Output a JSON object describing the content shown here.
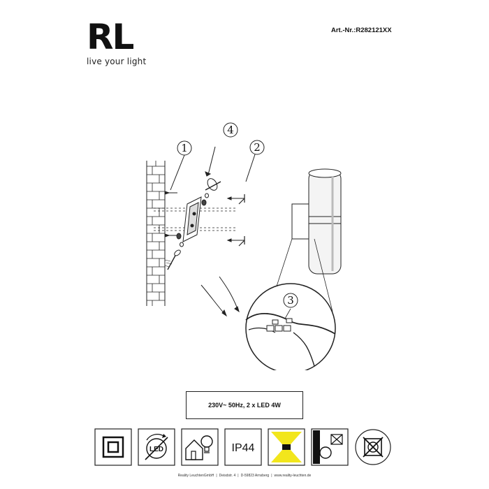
{
  "logo": {
    "mark": "RL",
    "tagline": "live your light"
  },
  "article": {
    "number_label": "Art.-Nr.:",
    "number": "R282121XX"
  },
  "callouts": {
    "c1": "1",
    "c2": "2",
    "c3": "3",
    "c4": "4"
  },
  "spec": {
    "text": "230V~ 50Hz, 2 x LED 4W"
  },
  "symbols": {
    "ip_rating": "IP44",
    "led_label": "LED",
    "items": [
      "protection-class-II-icon",
      "led-not-replaceable-icon",
      "indoor-use-icon",
      "ip44-icon",
      "light-up-down-icon",
      "lamp-distance-icon",
      "no-dimmer-icon"
    ]
  },
  "footer": {
    "company": "Reality LeuchtenGmbH",
    "street": "Deisdstr. 4",
    "city": "D-59823 Arnsberg",
    "web": "www.reality-leuchten.de"
  },
  "colors": {
    "ink": "#111111",
    "paper": "#ffffff",
    "accent_yellow": "#f2e61c"
  }
}
